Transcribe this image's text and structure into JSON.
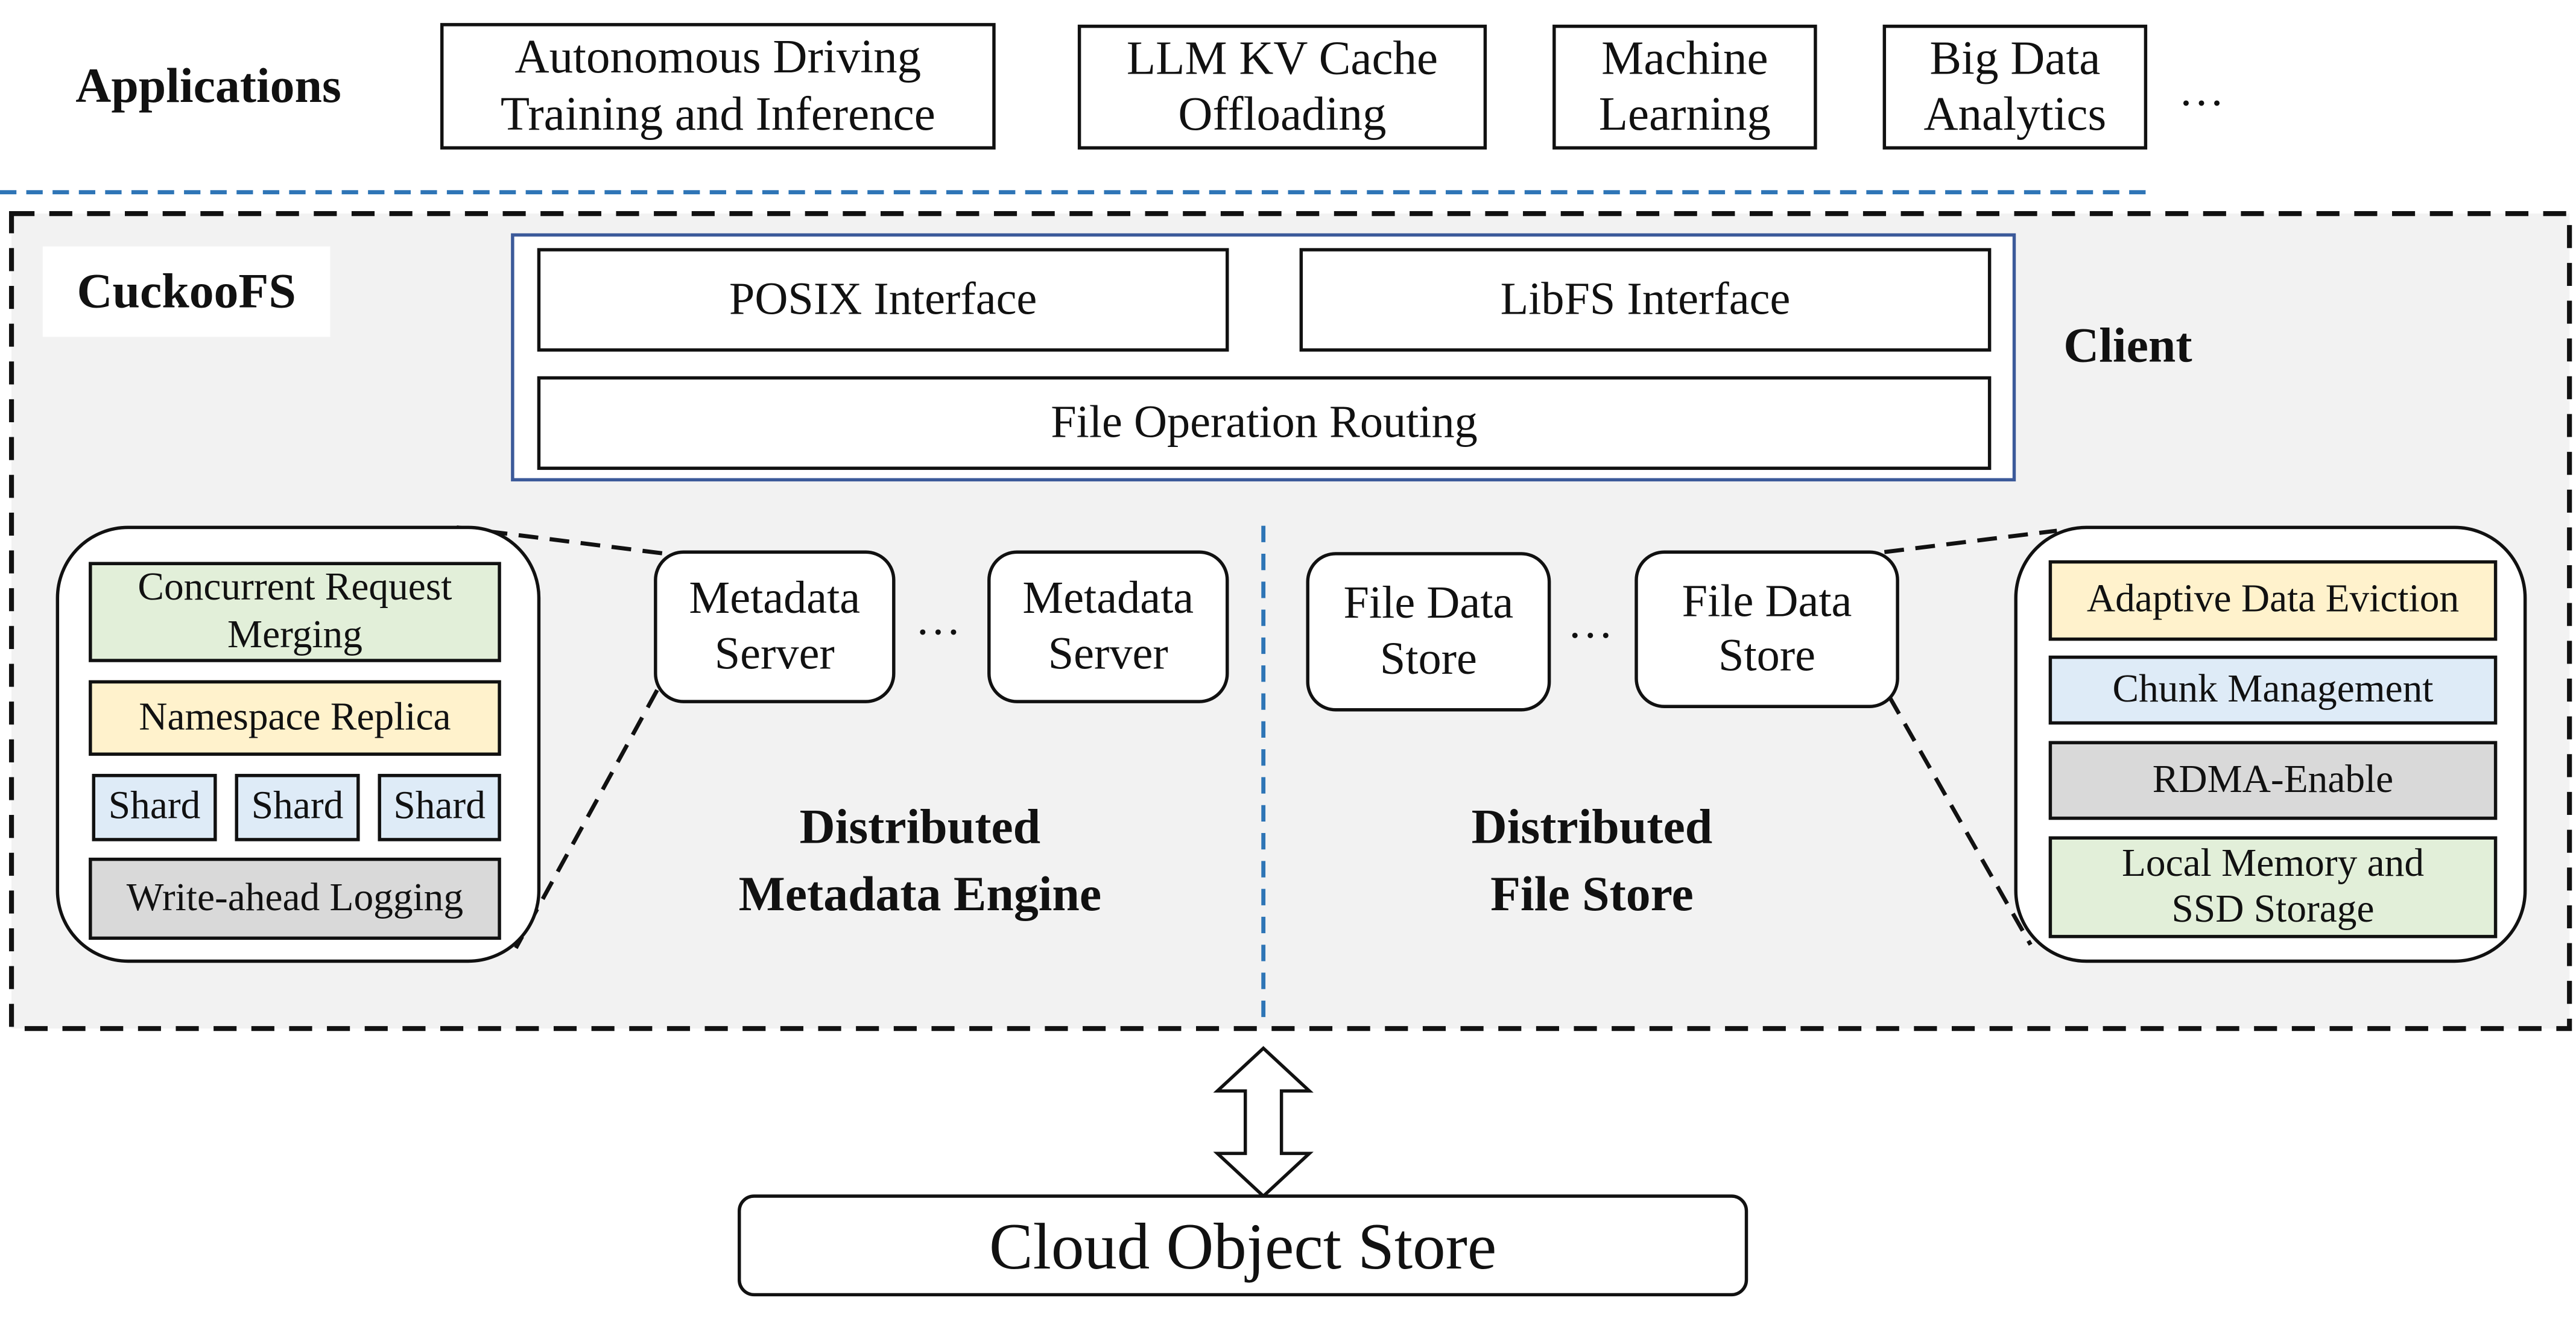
{
  "applications": {
    "label": "Applications",
    "items": [
      {
        "line1": "Autonomous Driving",
        "line2": "Training and Inference"
      },
      {
        "line1": "LLM KV Cache",
        "line2": "Offloading"
      },
      {
        "line1": "Machine",
        "line2": "Learning"
      },
      {
        "line1": "Big Data",
        "line2": "Analytics"
      }
    ],
    "more": "…"
  },
  "system": {
    "name": "CuckooFS",
    "client": {
      "label": "Client",
      "posix": "POSIX Interface",
      "libfs": "LibFS Interface",
      "routing": "File Operation Routing"
    },
    "metadata_engine": {
      "title_line1": "Distributed",
      "title_line2": "Metadata Engine",
      "server": {
        "line1": "Metadata",
        "line2": "Server"
      },
      "more": "…",
      "details": {
        "merging": {
          "line1": "Concurrent Request",
          "line2": "Merging"
        },
        "replica": "Namespace Replica",
        "shards": [
          "Shard",
          "Shard",
          "Shard"
        ],
        "wal": "Write-ahead Logging"
      }
    },
    "file_store": {
      "title_line1": "Distributed",
      "title_line2": "File Store",
      "store": {
        "line1": "File Data",
        "line2": "Store"
      },
      "more": "…",
      "details": {
        "eviction": "Adaptive Data Eviction",
        "chunk": "Chunk Management",
        "rdma": "RDMA-Enable",
        "storage": {
          "line1": "Local Memory and",
          "line2": "SSD Storage"
        }
      }
    }
  },
  "cloud": {
    "label": "Cloud Object Store"
  },
  "colors": {
    "green": "#e2efd9",
    "yellow": "#fff2cc",
    "blue": "#deebf7",
    "gray": "#d9d9d9",
    "panel": "#f2f2f2",
    "client_border": "#3c5a9a",
    "divider": "#2e75b6"
  }
}
